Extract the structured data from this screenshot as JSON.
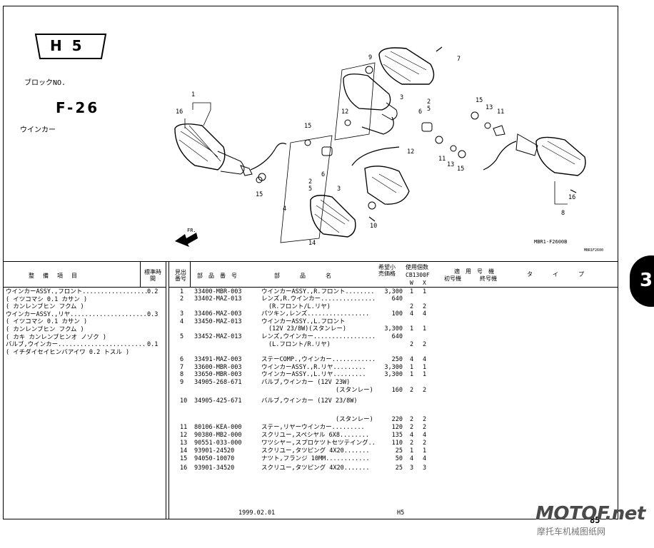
{
  "header": {
    "block_id": "H  5",
    "block_no_label": "ブロックNO.",
    "block_no": "F-26",
    "section_title": "ウインカー"
  },
  "figure": {
    "figure_code": "MBR1-F2600B",
    "figure_code_small": "MBR1F2600",
    "front_label": "FR.",
    "callouts": [
      "1",
      "16",
      "15",
      "9",
      "3",
      "2",
      "5",
      "7",
      "12",
      "6",
      "15",
      "11",
      "13",
      "15",
      "13",
      "11",
      "16",
      "8",
      "15",
      "12",
      "6",
      "2",
      "5",
      "3",
      "4",
      "14",
      "10"
    ]
  },
  "table_headers": {
    "maintenance_item": "整　備　項　目",
    "standard_time": "標準時間",
    "ref_no": "見出番号",
    "part_no": "部　品　番　号",
    "part_name": "部　品　名",
    "price": "希望小売価格",
    "qty": "使用個数",
    "qty_model": "CB1300F",
    "qty_w": "W",
    "qty_x": "X",
    "applicable_no": "適　用　号　機",
    "first_no": "初号機",
    "last_no": "終号機",
    "type": "タ　イ　プ"
  },
  "maintenance": [
    {
      "item": "ウインカーASSY.,フロント..................",
      "time": "0.2"
    },
    {
      "item": "( イツコマシ 0.1 カサン )",
      "time": ""
    },
    {
      "item": "( カンレンブヒン フクム )",
      "time": ""
    },
    {
      "item": "ウインカーASSY.,リヤ.....................",
      "time": "0.3"
    },
    {
      "item": "( イツコマシ 0.1 カサン )",
      "time": ""
    },
    {
      "item": "( カンレンブヒン フクム )",
      "time": ""
    },
    {
      "item": "( カキ カンレンブヒンオ ノゾク )",
      "time": ""
    },
    {
      "item": "バルブ,ウインカー........................",
      "time": "0.1"
    },
    {
      "item": "( イチダイセイヒンバアイワ 0.2 トスル )",
      "time": ""
    }
  ],
  "parts": [
    {
      "ref": "1",
      "part_no": "33400-MBR-003",
      "name": "ウインカーASSY.,R.フロント........",
      "price": "3,300",
      "w": "1",
      "x": "1"
    },
    {
      "ref": "2",
      "part_no": "33402-MAZ-013",
      "name": "レンズ,R.ウインカー...............",
      "price": "640",
      "w": "",
      "x": ""
    },
    {
      "ref": "",
      "part_no": "",
      "name": "(R.フロント/L.リヤ)",
      "price": "",
      "w": "2",
      "x": "2"
    },
    {
      "ref": "3",
      "part_no": "33406-MAZ-003",
      "name": "パツキン,レンズ.................",
      "price": "100",
      "w": "4",
      "x": "4"
    },
    {
      "ref": "4",
      "part_no": "33450-MAZ-013",
      "name": "ウインカーASSY.,L.フロント",
      "price": "",
      "w": "",
      "x": ""
    },
    {
      "ref": "",
      "part_no": "",
      "name": "(12V 23/8W)(スタンレー)",
      "price": "3,300",
      "w": "1",
      "x": "1"
    },
    {
      "ref": "5",
      "part_no": "33452-MAZ-013",
      "name": "レンズ,ウインカー.................",
      "price": "640",
      "w": "",
      "x": ""
    },
    {
      "ref": "",
      "part_no": "",
      "name": "(L.フロント/R.リヤ)",
      "price": "",
      "w": "2",
      "x": "2"
    },
    {
      "ref": "6",
      "part_no": "33491-MAZ-003",
      "name": "ステーCOMP.,ウインカー............",
      "price": "250",
      "w": "4",
      "x": "4"
    },
    {
      "ref": "7",
      "part_no": "33600-MBR-003",
      "name": "ウインカーASSY.,R.リヤ.........",
      "price": "3,300",
      "w": "1",
      "x": "1"
    },
    {
      "ref": "8",
      "part_no": "33650-MBR-003",
      "name": "ウインカーASSY.,L.リヤ.........",
      "price": "3,300",
      "w": "1",
      "x": "1"
    },
    {
      "ref": "9",
      "part_no": "34905-268-671",
      "name": "バルブ,ウインカー (12V 23W)",
      "price": "",
      "w": "",
      "x": ""
    },
    {
      "ref": "",
      "part_no": "",
      "name": "(スタンレー)",
      "price": "160",
      "w": "2",
      "x": "2"
    },
    {
      "ref": "10",
      "part_no": "34905-425-671",
      "name": "バルブ,ウインカー (12V 23/8W)",
      "price": "",
      "w": "",
      "x": ""
    },
    {
      "ref": "",
      "part_no": "",
      "name": "(スタンレー)",
      "price": "220",
      "w": "2",
      "x": "2"
    },
    {
      "ref": "11",
      "part_no": "80106-KEA-000",
      "name": "ステー,リヤーウインカー.........",
      "price": "120",
      "w": "2",
      "x": "2"
    },
    {
      "ref": "12",
      "part_no": "90380-MB2-000",
      "name": "スクリユー,スペシヤル 6X8........",
      "price": "135",
      "w": "4",
      "x": "4"
    },
    {
      "ref": "13",
      "part_no": "90551-033-000",
      "name": "ワツシヤー,スプロケツトセツテイング..",
      "price": "110",
      "w": "2",
      "x": "2"
    },
    {
      "ref": "14",
      "part_no": "93901-24520",
      "name": "スクリユー,タツピング 4X20.......",
      "price": "25",
      "w": "1",
      "x": "1"
    },
    {
      "ref": "15",
      "part_no": "94050-10070",
      "name": "ナツト,フランジ 10MM............",
      "price": "50",
      "w": "4",
      "x": "4"
    },
    {
      "ref": "16",
      "part_no": "93901-34520",
      "name": "スクリユー,タツピング 4X20.......",
      "price": "25",
      "w": "3",
      "x": "3"
    }
  ],
  "footer": {
    "date": "1999.02.01",
    "code": "H5",
    "page": "85"
  },
  "section_tab": "3",
  "watermark": {
    "main": "MOTOF.net",
    "sub": "摩托车机械图纸网"
  }
}
